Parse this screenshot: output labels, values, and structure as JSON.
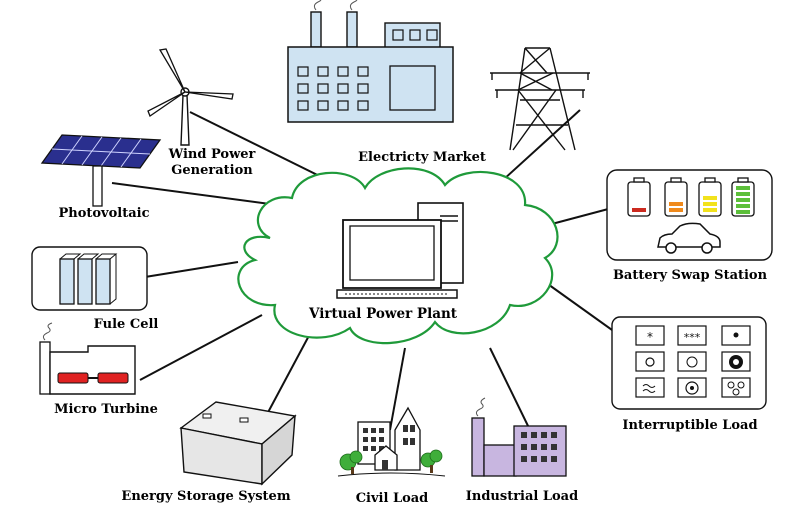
{
  "center": {
    "label": "Virtual Power Plant"
  },
  "nodes": {
    "wind": {
      "label_line1": "Wind Power",
      "label_line2": "Generation"
    },
    "market": {
      "label": "Electricty Market"
    },
    "pv": {
      "label": "Photovoltaic"
    },
    "battery_swap": {
      "label": "Battery Swap Station"
    },
    "fuel_cell": {
      "label": "Fule Cell"
    },
    "micro_turbine": {
      "label": "Micro Turbine"
    },
    "interruptible": {
      "label": "Interruptible Load"
    },
    "storage": {
      "label": "Energy Storage System"
    },
    "civil": {
      "label": "Civil Load"
    },
    "industrial": {
      "label": "Industrial Load"
    }
  },
  "interruptible_icons": {
    "star": "*",
    "stars": "***"
  },
  "colors": {
    "cloud_stroke": "#1f9a3a",
    "building_fill": "#cfe3f2",
    "solar_panel": "#2a2f8e",
    "battery_red": "#cc2a1f",
    "battery_orange": "#f08a1c",
    "battery_yellow": "#f2e21c",
    "battery_green": "#5cbf3a",
    "turbine_red": "#e02222",
    "industrial_fill": "#c8b6e0",
    "tree_green": "#3fae3a"
  },
  "icons": [
    "wind-turbine-icon",
    "factory-icon",
    "transmission-tower-icon",
    "solar-panel-icon",
    "battery-icon",
    "car-icon",
    "fuel-cell-icon",
    "micro-turbine-icon",
    "control-panel-icon",
    "storage-battery-icon",
    "house-icon",
    "industrial-building-icon",
    "computer-icon",
    "cloud-icon"
  ]
}
